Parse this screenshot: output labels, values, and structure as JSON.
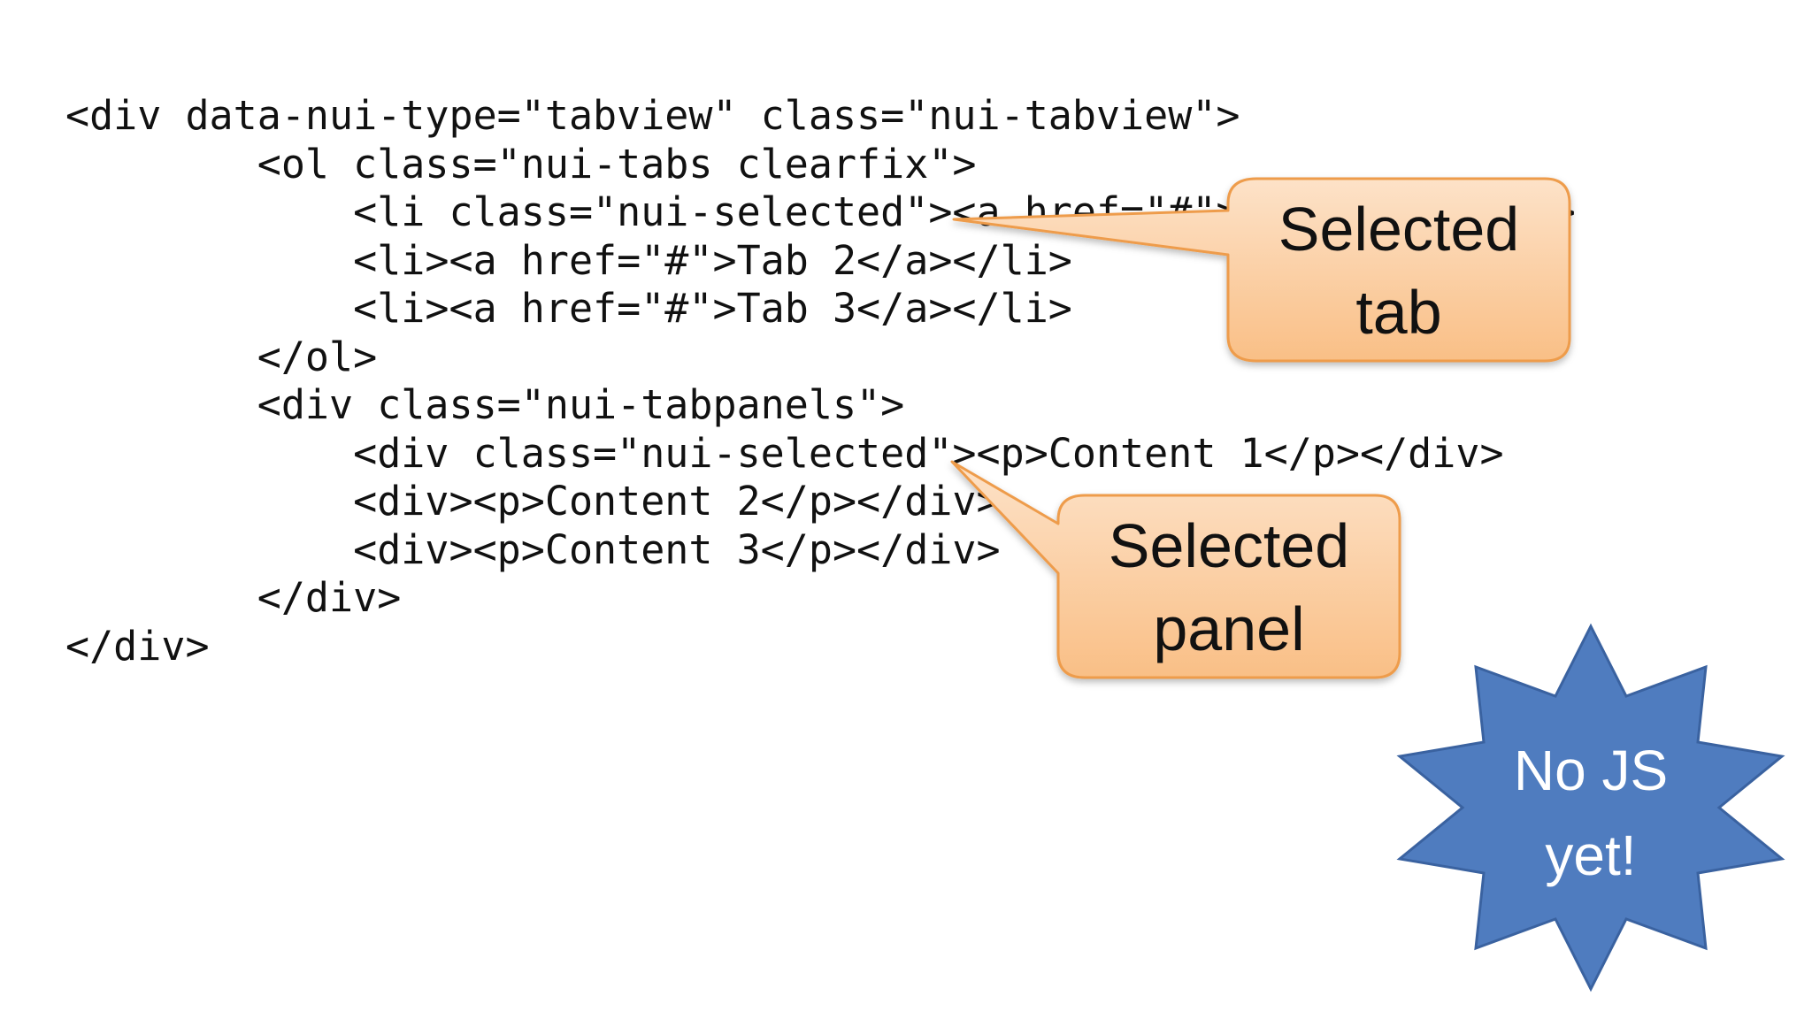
{
  "code_lines": [
    "<div data-nui-type=\"tabview\" class=\"nui-tabview\">",
    "        <ol class=\"nui-tabs clearfix\">",
    "            <li class=\"nui-selected\"><a href=\"#\">Tab 1</a></li>",
    "            <li><a href=\"#\">Tab 2</a></li>",
    "            <li><a href=\"#\">Tab 3</a></li>",
    "        </ol>",
    "        <div class=\"nui-tabpanels\">",
    "            <div class=\"nui-selected\"><p>Content 1</p></div>",
    "            <div><p>Content 2</p></div>",
    "            <div><p>Content 3</p></div>",
    "        </div>",
    "</div>"
  ],
  "callouts": {
    "tab": {
      "line1": "Selected",
      "line2": "tab"
    },
    "panel": {
      "line1": "Selected",
      "line2": "panel"
    }
  },
  "star": {
    "line1": "No JS",
    "line2": "yet!"
  },
  "colors": {
    "callout_fill_top": "#fde2c8",
    "callout_fill_bottom": "#f9bf86",
    "callout_border": "#ee9c4c",
    "star_fill": "#4f7cbf",
    "star_border": "#3a62a0",
    "code_text": "#111111"
  }
}
